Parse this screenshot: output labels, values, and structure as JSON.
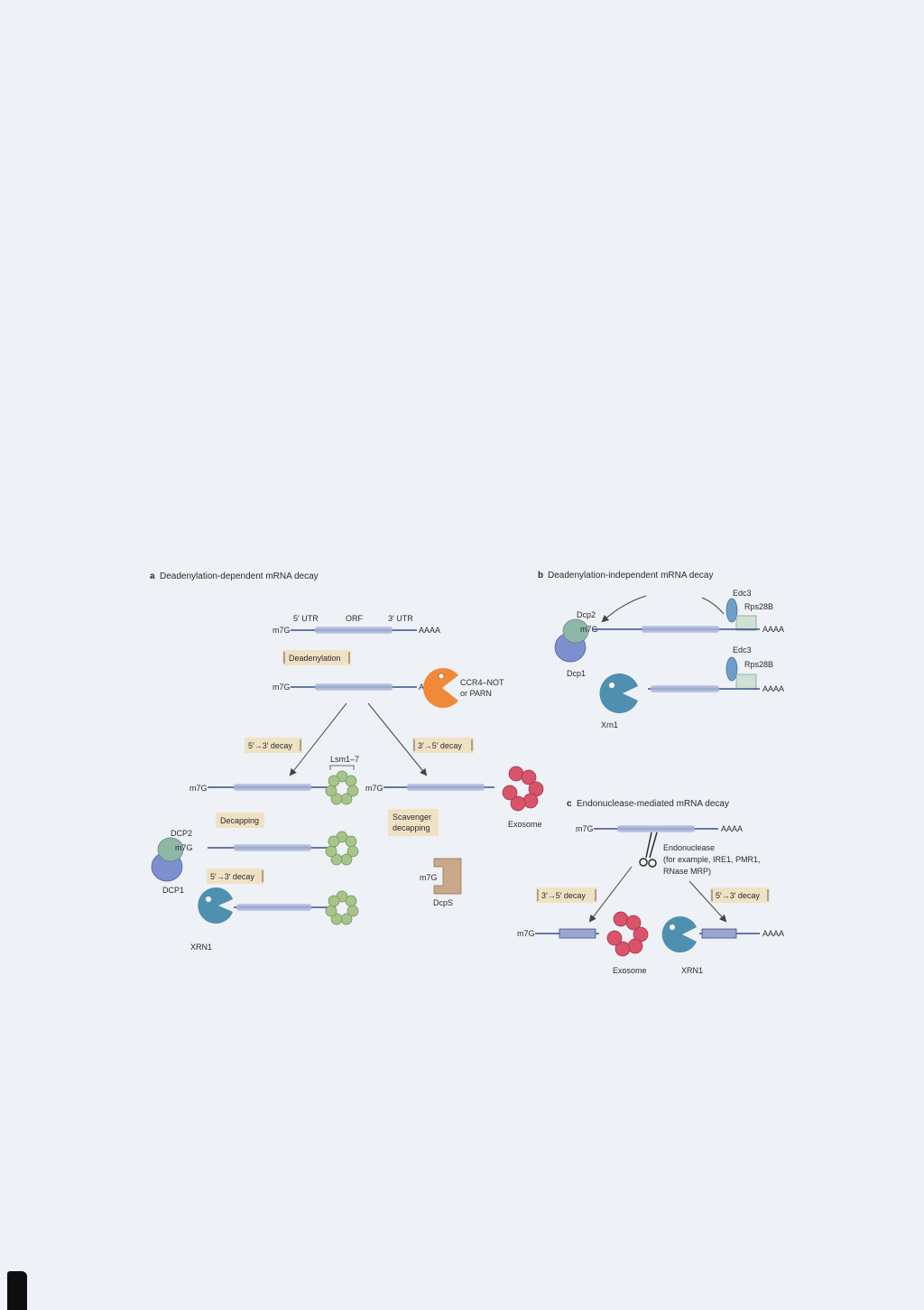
{
  "panel_a": {
    "title_letter": "a",
    "title": "Deadenylation-dependent mRNA decay",
    "label_5utr": "5′ UTR",
    "label_orf": "ORF",
    "label_3utr": "3′ UTR",
    "cap": "m7G",
    "polyA": "AAAA",
    "short_polyA": "AA",
    "deadenylation": "Deadenylation",
    "ccr4_not": "CCR4–NOT",
    "or_parn": "or PARN",
    "decay_5to3": "5′→3′ decay",
    "decay_3to5": "3′→5′ decay",
    "lsm": "Lsm1–7",
    "decapping": "Decapping",
    "scavenger_1": "Scavenger",
    "scavenger_2": "decapping",
    "dcp2": "DCP2",
    "dcp1": "DCP1",
    "decay_5to3_b": "5′→3′ decay",
    "xrn1": "XRN1",
    "exosome": "Exosome",
    "dcps": "DcpS"
  },
  "panel_b": {
    "title_letter": "b",
    "title": "Deadenylation-independent mRNA decay",
    "edc3": "Edc3",
    "rps28b": "Rps28B",
    "dcp2": "Dcp2",
    "cap": "m7G",
    "polyA": "AAAA",
    "dcp1": "Dcp1",
    "edc3_b": "Edc3",
    "rps28b_b": "Rps28B",
    "polyA_b": "AAAA",
    "xrn1": "Xrn1"
  },
  "panel_c": {
    "title_letter": "c",
    "title": "Endonuclease-mediated mRNA decay",
    "cap": "m7G",
    "polyA": "AAAA",
    "endo_1": "Endonuclease",
    "endo_2": "(for example, IRE1, PMR1,",
    "endo_3": "RNase MRP)",
    "decay_3to5": "3′→5′ decay",
    "decay_5to3": "5′→3′ decay",
    "cap_b": "m7G",
    "polyA_b": "AAAA",
    "exosome": "Exosome",
    "xrn1": "XRN1"
  },
  "colors": {
    "background": "#eef1f5",
    "rna_line": "#3a4f8c",
    "orf_bar": "#a9b4d6",
    "label_box": "#efe2c4",
    "ccr4": "#f08a3a",
    "exosome": "#d9536a",
    "lsm": "#a7c48b",
    "dcp2": "#8fb7a8",
    "dcp1": "#7d8fcf",
    "xrn1": "#4f8fb0",
    "dcps": "#c9a98a",
    "edc3": "#6f9ec8",
    "rps28b": "#cfe0d4"
  }
}
